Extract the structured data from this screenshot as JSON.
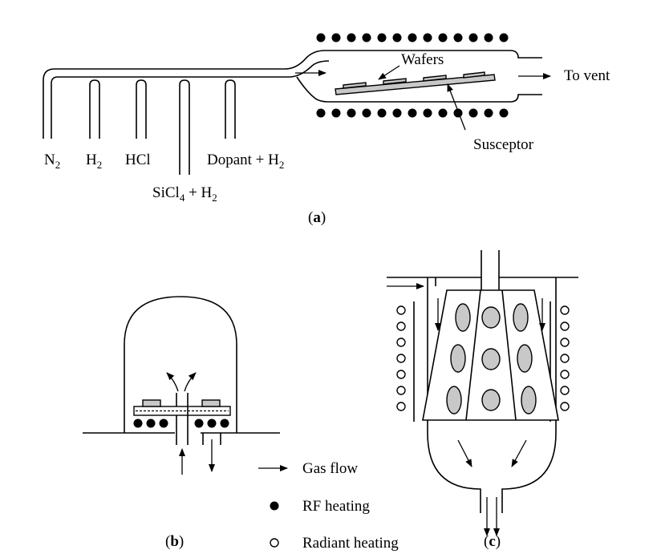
{
  "panel_a": {
    "caption": "a",
    "labels": {
      "wafers": "Wafers",
      "to_vent": "To vent",
      "susceptor": "Susceptor",
      "hcl": "HCl",
      "sicl4_prefix": "SiCl",
      "sicl4_sub": "4",
      "sicl4_suffix": " + H",
      "sicl4_h_sub": "2",
      "dopant": "Dopant + H",
      "dopant_sub": "2",
      "n2": "N",
      "n2_sub": "2",
      "h2": "H",
      "h2_sub": "2"
    }
  },
  "panel_b": {
    "caption": "b"
  },
  "panel_c": {
    "caption": "c"
  },
  "legend": {
    "gas_flow": "Gas flow",
    "rf_heating": "RF heating",
    "radiant_heating": "Radiant heating"
  }
}
